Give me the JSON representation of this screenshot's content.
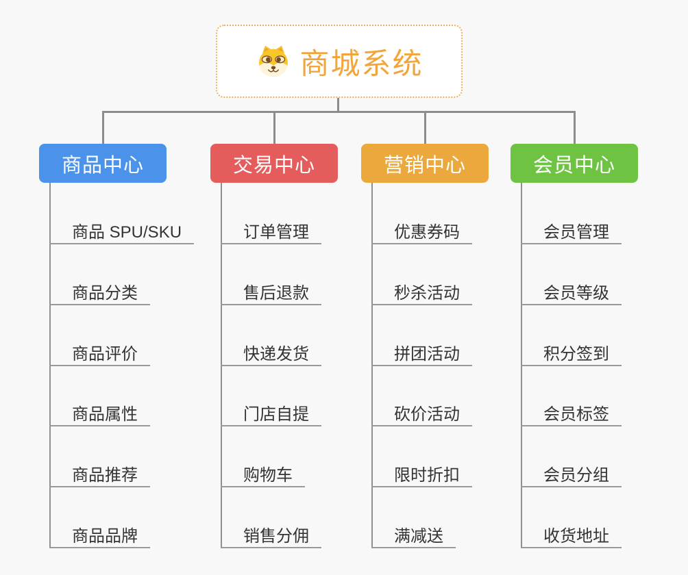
{
  "root": {
    "title": "商城系统",
    "icon": "shiba-dog-icon"
  },
  "branches": [
    {
      "label": "商品中心",
      "color": "#4B92EA",
      "children": [
        "商品 SPU/SKU",
        "商品分类",
        "商品评价",
        "商品属性",
        "商品推荐",
        "商品品牌"
      ]
    },
    {
      "label": "交易中心",
      "color": "#E45C5C",
      "children": [
        "订单管理",
        "售后退款",
        "快递发货",
        "门店自提",
        "购物车",
        "销售分佣"
      ]
    },
    {
      "label": "营销中心",
      "color": "#EBA93D",
      "children": [
        "优惠券码",
        "秒杀活动",
        "拼团活动",
        "砍价活动",
        "限时折扣",
        "满减送"
      ]
    },
    {
      "label": "会员中心",
      "color": "#6FC343",
      "children": [
        "会员管理",
        "会员等级",
        "积分签到",
        "会员标签",
        "会员分组",
        "收货地址"
      ]
    }
  ],
  "colors": {
    "background": "#F8F8F8",
    "root_accent": "#F2A53C",
    "root_border": "#EDB05A",
    "connector": "#8C8C8C",
    "leaf_underline": "#999999",
    "leaf_text": "#333333"
  }
}
